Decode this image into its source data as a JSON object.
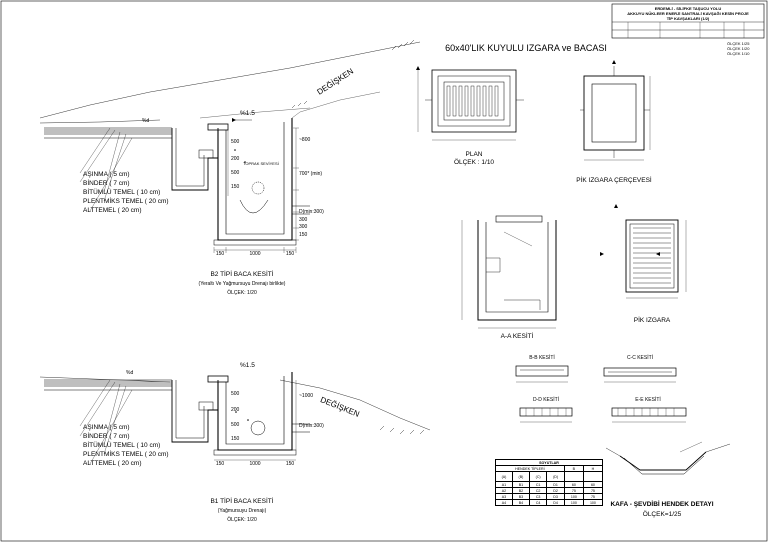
{
  "title_block": {
    "line1": "ERDEMLİ - SİLİFKE TAŞUCU YOLU",
    "line2": "AKKUYU NÜKLEER ENERJİ SANTRALİ KAVŞAĞI KESİN PROJE",
    "line3": "TİP KAVŞAKLARI (1/2)",
    "scales": [
      "ÖLÇEK 1/25",
      "ÖLÇEK 1/20",
      "ÖLÇEK 1/10"
    ]
  },
  "sections": {
    "b2_title": "B2 TİPİ BACA KESİTİ",
    "b2_sub": "(Yeraltı Ve Yağmursuyu Drenajı birlikte)",
    "b2_scale": "ÖLÇEK: 1/20",
    "b1_title": "B1 TİPİ BACA KESİTİ",
    "b1_sub": "(Yağmursuyu Drenajı)",
    "b1_scale": "ÖLÇEK: 1/20"
  },
  "layers": {
    "asinma": "AŞINMA ( 5 cm)",
    "binder": "BİNDER ( 7 cm)",
    "bitumlu": "BİTÜMLÜ TEMEL ( 10 cm)",
    "plentmiks": "PLENTMİKS TEMEL ( 20 cm)",
    "alttemel": "ALTTEMEL ( 20 cm)"
  },
  "labels": {
    "degisken": "DEĞİŞKEN",
    "slope": "%1.5",
    "pct_d": "%d",
    "tophane": "TOPRAK SEVİYESİ",
    "d300": "D(min:300)",
    "d300b": "D(min:300)",
    "min800": "~800",
    "min1000": "~1000",
    "min700": "700* (min)"
  },
  "dims_b2": {
    "v1": "500",
    "v2": "200",
    "v3": "500",
    "v4": "150",
    "v5": "300",
    "v6": "300",
    "v7": "150",
    "h1": "150",
    "h2": "1000",
    "h3": "150"
  },
  "dims_b1": {
    "v1": "500",
    "v2": "200",
    "v3": "500",
    "v4": "150",
    "h1": "150",
    "h2": "1000",
    "h3": "150"
  },
  "grate": {
    "title": "60x40'LIK KUYULU IZGARA ve BACASI",
    "plan": "PLAN",
    "plan_scale": "ÖLÇEK : 1/10",
    "frame": "PİK IZGARA ÇERÇEVESİ",
    "grate": "PİK IZGARA",
    "aa": "A-A KESİTİ",
    "bb": "B-B KESİTİ",
    "cc": "C-C KESİTİ",
    "dd": "D-D KESİTİ",
    "ee": "E-E KESİTİ"
  },
  "soyutlar": {
    "title": "SOYUTLAR",
    "header": "HENDEK TİPLERİ",
    "rows": [
      [
        "A1",
        "B1",
        "C1",
        "D1",
        "60",
        "60"
      ],
      [
        "A2",
        "B2",
        "C2",
        "D2",
        "75",
        "75"
      ],
      [
        "A3",
        "B3",
        "C3",
        "D3",
        "100",
        "75"
      ],
      [
        "A4",
        "B4",
        "C4",
        "D4",
        "100",
        "100"
      ]
    ]
  },
  "ditch": {
    "title": "KAFA - ŞEVDİBİ HENDEK DETAYI",
    "scale": "ÖLÇEK=1/25"
  }
}
